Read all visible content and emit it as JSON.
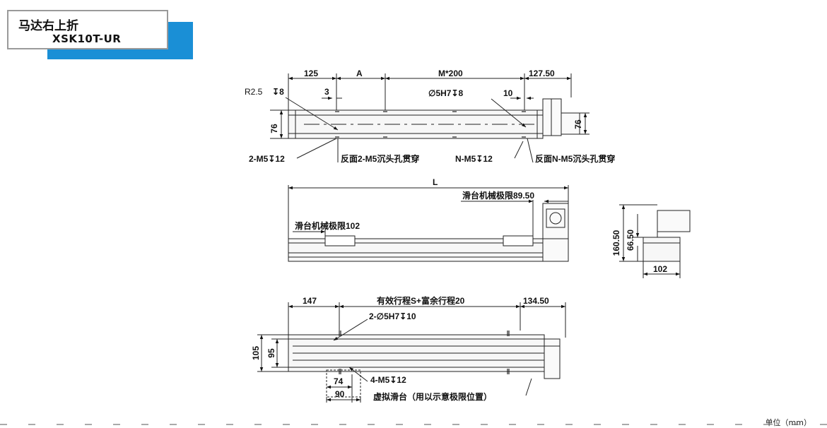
{
  "title": {
    "name": "马达右上折",
    "model": "XSK10T-UR"
  },
  "unit_label": "单位（mm）",
  "top_view": {
    "dims": {
      "d125": "125",
      "dA": "A",
      "dM": "M*200",
      "d127": "127.50",
      "d3": "3",
      "d10": "10",
      "d76l": "76",
      "d76r": "76"
    },
    "callouts": {
      "r25": "R2.5",
      "depth8a": "8",
      "h5h7": "5H7",
      "depth8b": "8",
      "m5_2": "2-M5",
      "depth12a": "12",
      "back_2m5": "反面2-M5沉头孔贯穿",
      "nm5": "N-M5",
      "depth12b": "12",
      "back_nm5": "反面N-M5沉头孔贯穿"
    }
  },
  "side_view": {
    "L": "L",
    "limit_right": "滑台机械极限89.50",
    "limit_left": "滑台机械极限102"
  },
  "end_view": {
    "h160": "160.50",
    "h66": "66.50",
    "w102": "102"
  },
  "bottom_view": {
    "d147": "147",
    "stroke": "有效行程S+富余行程20",
    "d134": "134.50",
    "hole": "2-",
    "hole_b": "5H7",
    "hole_depth": "10",
    "d105": "105",
    "d95": "95",
    "d74": "74",
    "d90": "90",
    "m5_4": "4-M5",
    "depth12": "12",
    "virtual": "虚拟滑台（用以示意极限位置）"
  }
}
